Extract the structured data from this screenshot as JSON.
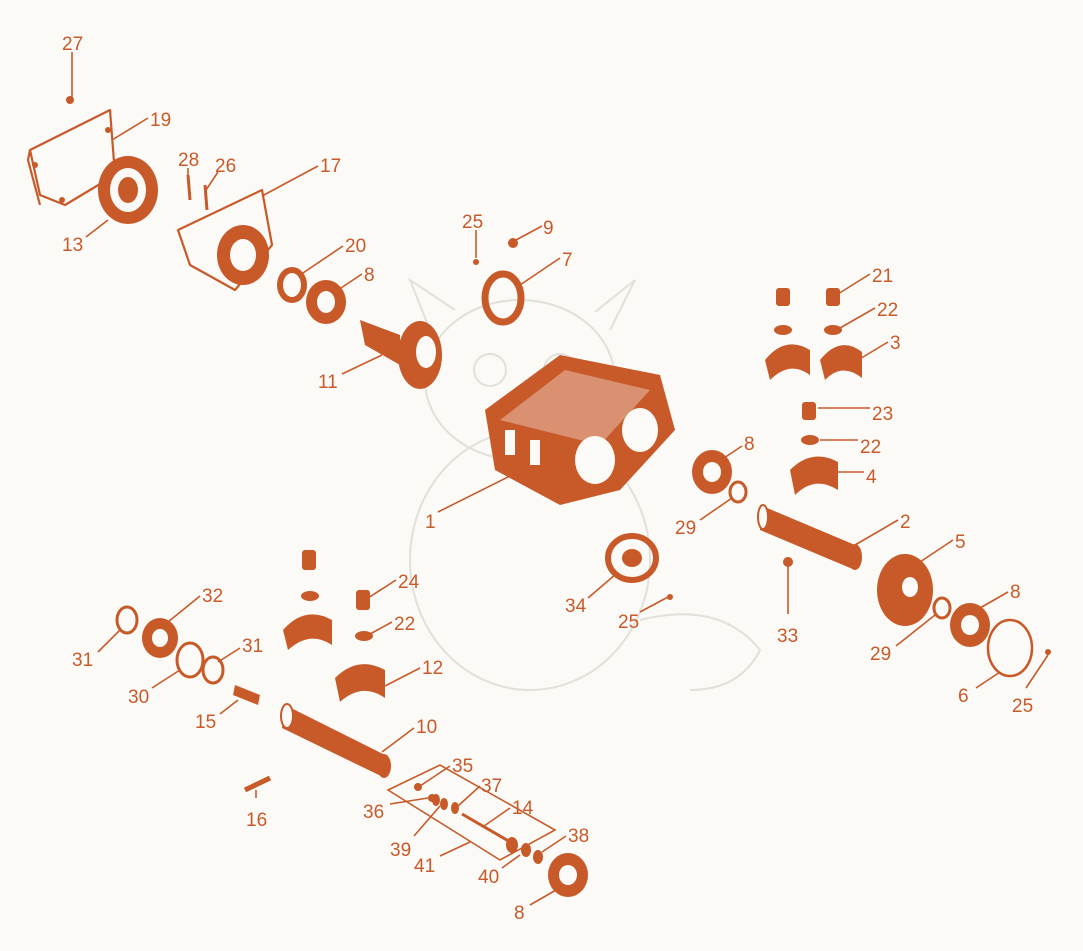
{
  "colors": {
    "accent": "#c85a2a",
    "background": "#fbfaf7",
    "watermark": "#e3e0da"
  },
  "watermark": {
    "icon": "dragon-illustration-watermark"
  },
  "callouts": [
    {
      "id": "27",
      "label": "27"
    },
    {
      "id": "19",
      "label": "19"
    },
    {
      "id": "28",
      "label": "28"
    },
    {
      "id": "26",
      "label": "26"
    },
    {
      "id": "17",
      "label": "17"
    },
    {
      "id": "13",
      "label": "13"
    },
    {
      "id": "25a",
      "label": "25"
    },
    {
      "id": "9",
      "label": "9"
    },
    {
      "id": "20",
      "label": "20"
    },
    {
      "id": "7",
      "label": "7"
    },
    {
      "id": "8a",
      "label": "8"
    },
    {
      "id": "11",
      "label": "11"
    },
    {
      "id": "21",
      "label": "21"
    },
    {
      "id": "22a",
      "label": "22"
    },
    {
      "id": "3",
      "label": "3"
    },
    {
      "id": "23",
      "label": "23"
    },
    {
      "id": "22b",
      "label": "22"
    },
    {
      "id": "8b",
      "label": "8"
    },
    {
      "id": "4",
      "label": "4"
    },
    {
      "id": "1",
      "label": "1"
    },
    {
      "id": "29a",
      "label": "29"
    },
    {
      "id": "2",
      "label": "2"
    },
    {
      "id": "5",
      "label": "5"
    },
    {
      "id": "34",
      "label": "34"
    },
    {
      "id": "25b",
      "label": "25"
    },
    {
      "id": "33",
      "label": "33"
    },
    {
      "id": "8c",
      "label": "8"
    },
    {
      "id": "29b",
      "label": "29"
    },
    {
      "id": "6",
      "label": "6"
    },
    {
      "id": "25c",
      "label": "25"
    },
    {
      "id": "32",
      "label": "32"
    },
    {
      "id": "24",
      "label": "24"
    },
    {
      "id": "31a",
      "label": "31"
    },
    {
      "id": "22c",
      "label": "22"
    },
    {
      "id": "31b",
      "label": "31"
    },
    {
      "id": "30",
      "label": "30"
    },
    {
      "id": "12",
      "label": "12"
    },
    {
      "id": "15",
      "label": "15"
    },
    {
      "id": "10",
      "label": "10"
    },
    {
      "id": "35",
      "label": "35"
    },
    {
      "id": "37",
      "label": "37"
    },
    {
      "id": "36",
      "label": "36"
    },
    {
      "id": "14",
      "label": "14"
    },
    {
      "id": "16",
      "label": "16"
    },
    {
      "id": "38",
      "label": "38"
    },
    {
      "id": "39",
      "label": "39"
    },
    {
      "id": "41",
      "label": "41"
    },
    {
      "id": "40",
      "label": "40"
    },
    {
      "id": "8d",
      "label": "8"
    }
  ]
}
